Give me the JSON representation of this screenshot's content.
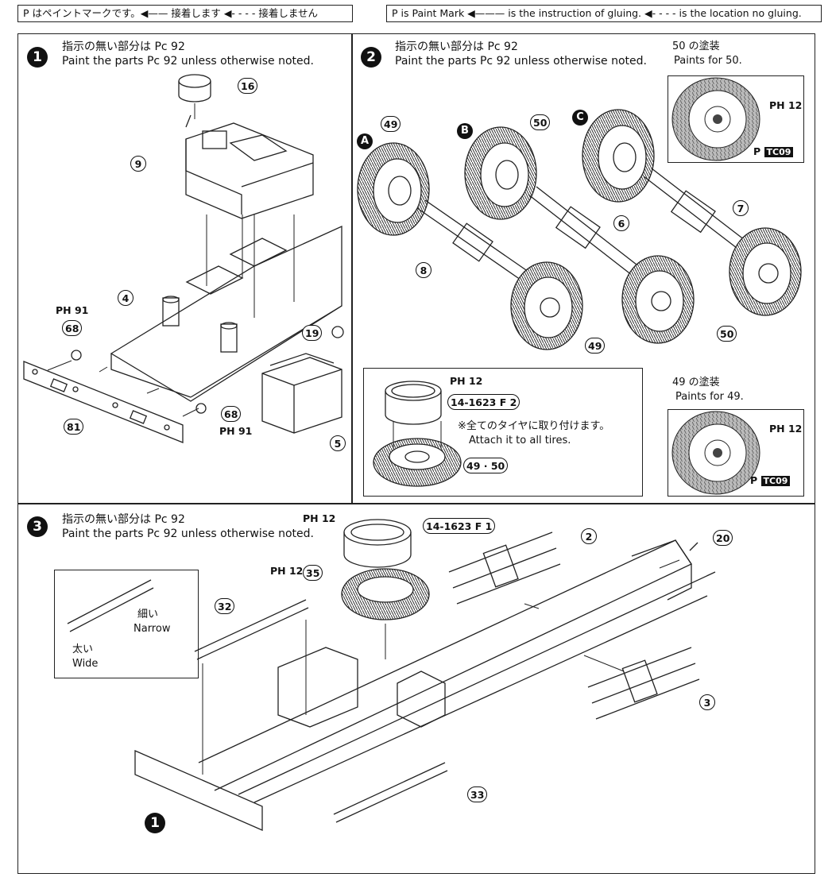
{
  "legend": {
    "jp": "P はペイントマークです。◀—— 接着します ◀- - - - 接着しません",
    "en": "P is Paint Mark ◀——— is the instruction of gluing. ◀- - - - is the location no gluing."
  },
  "step1": {
    "number": "1",
    "jp": "指示の無い部分は Pc 92",
    "en": "Paint the parts Pc 92 unless otherwise noted.",
    "parts": [
      "16",
      "9",
      "4",
      "68",
      "19",
      "81",
      "68",
      "5"
    ],
    "paint_marks": [
      "PH 91",
      "PH 91"
    ]
  },
  "step2": {
    "number": "2",
    "jp": "指示の無い部分は Pc 92",
    "en": "Paint the parts Pc 92 unless otherwise noted.",
    "letters": [
      "A",
      "B",
      "C"
    ],
    "parts": [
      "49",
      "50",
      "8",
      "6",
      "7",
      "49",
      "50"
    ],
    "paint50": {
      "jp": "50 の塗装",
      "en": "Paints for 50.",
      "mark1": "PH 12",
      "mark2": "P",
      "code": "TC09"
    },
    "paint49": {
      "jp": "49 の塗装",
      "en": "Paints for 49.",
      "mark1": "PH 12",
      "mark2": "P",
      "code": "TC09"
    },
    "tire": {
      "mark": "PH 12",
      "code": "14-1623 F 2",
      "note_jp": "※全てのタイヤに取り付けます。",
      "note_en": "Attach it to all tires.",
      "parts": "49 · 50"
    }
  },
  "step3": {
    "number": "3",
    "jp": "指示の無い部分は Pc 92",
    "en": "Paint the parts Pc 92 unless otherwise noted.",
    "mark": "PH 12",
    "code": "14-1623 F 1",
    "parts": [
      "2",
      "20",
      "35",
      "32",
      "3",
      "33",
      "1"
    ],
    "mark35": "PH 12",
    "inset": {
      "narrow_jp": "細い",
      "narrow_en": "Narrow",
      "wide_jp": "太い",
      "wide_en": "Wide"
    }
  }
}
